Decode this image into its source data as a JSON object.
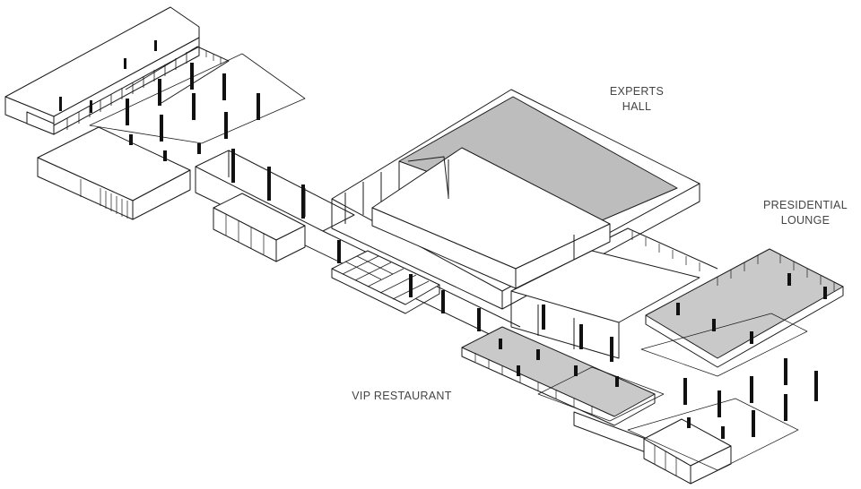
{
  "labels": {
    "experts_hall": [
      "EXPERTS",
      "HALL"
    ],
    "presidential_lounge": [
      "PRESIDENTIAL",
      "LOUNGE"
    ],
    "vip_restaurant": [
      "VIP RESTAURANT"
    ]
  },
  "colors": {
    "line": "#1a1a1a",
    "roof_fill": "#ffffff",
    "courtyard_fill": "#bdbdbd",
    "terrace_fill": "#c9c9c9",
    "pillar": "#111111",
    "label_text": "#444444"
  }
}
